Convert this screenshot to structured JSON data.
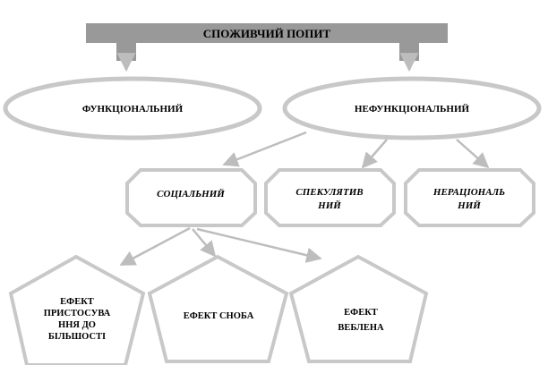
{
  "top": {
    "label": "СПОЖИВЧИЙ ПОПИТ"
  },
  "level1": [
    {
      "key": "functional",
      "label": "ФУНКЦІОНАЛЬНИЙ"
    },
    {
      "key": "nonfunctional",
      "label": "НЕФУНКЦІОНАЛЬНИЙ"
    }
  ],
  "level2": [
    {
      "key": "social",
      "lines": [
        "СОЦІАЛЬНИЙ"
      ]
    },
    {
      "key": "speculative",
      "lines": [
        "СПЕКУЛЯТИВ",
        "НИЙ"
      ]
    },
    {
      "key": "irrational",
      "lines": [
        "НЕРАЦІОНАЛЬ",
        "НИЙ"
      ]
    }
  ],
  "level3": [
    {
      "key": "bandwagon",
      "lines": [
        "ЕФЕКТ",
        "ПРИСТОСУВА",
        "ННЯ ДО",
        "БІЛЬШОСТІ"
      ]
    },
    {
      "key": "snob",
      "lines": [
        "ЕФЕКТ СНОБА"
      ]
    },
    {
      "key": "veblen",
      "lines": [
        "ЕФЕКТ",
        "ВЕБЛЕНА"
      ]
    }
  ],
  "colors": {
    "box_fill": "#999999",
    "outline": "#c8c8c8",
    "arrow": "#bdbdbd",
    "text": "#000000"
  }
}
